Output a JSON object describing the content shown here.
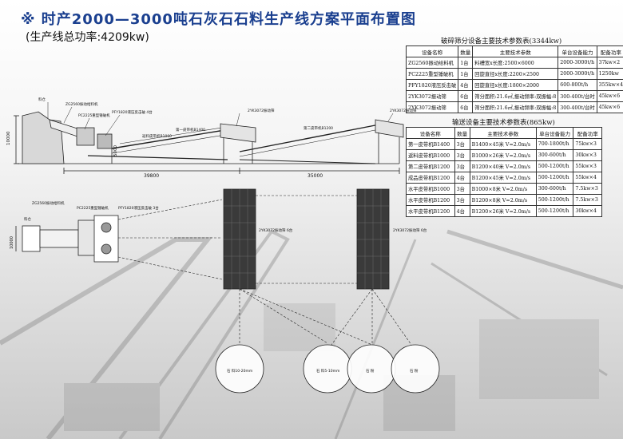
{
  "header": {
    "title": "※ 时产2000—3000吨石灰石石料生产线方案平面布置图",
    "subtitle": "(生产线总功率:4209kw)"
  },
  "crush_table": {
    "caption": "破碎筛分设备主要技术参数表(3344kw)",
    "headers": [
      "设备名称",
      "数量",
      "主要技术参数",
      "单台设备能力",
      "配备功率"
    ],
    "rows": [
      [
        "ZG2560振动给料机",
        "1台",
        "料槽宽x长度:2500×6000",
        "2000-3000t/h",
        "37kw×2"
      ],
      [
        "PC2225重型锤破机",
        "1台",
        "回旋直径x长度:2200×2500",
        "2000-3000t/h",
        "1250kw"
      ],
      [
        "PFY1820液压反击破",
        "4台",
        "回旋直径x长度:1800×2000",
        "600-800t/h",
        "355kw×4"
      ],
      [
        "2YK3072振动筛",
        "6台",
        "筛分面积:21.6㎡,振动频率:双振幅:8",
        "300-400t/台时",
        "45kw×6"
      ],
      [
        "2YK3072振动筛",
        "6台",
        "筛分面积:21.6㎡,振动频率:双振幅:8",
        "300-400t/台时",
        "45kw×6"
      ]
    ]
  },
  "convey_table": {
    "caption": "输送设备主要技术参数表(865kw)",
    "headers": [
      "设备名称",
      "数量",
      "主要技术参数",
      "单台设备能力",
      "配备功率"
    ],
    "rows": [
      [
        "第一皮带机B1400",
        "3台",
        "B1400×45米 V=2.0m/s",
        "700-1800t/h",
        "75kw×3"
      ],
      [
        "返料皮带机B1000",
        "3台",
        "B1000×26米 V=2.0m/s",
        "300-600t/h",
        "30kw×3"
      ],
      [
        "第二皮带机B1200",
        "3台",
        "B1200×40米 V=2.0m/s",
        "500-1200t/h",
        "55kw×3"
      ],
      [
        "成品皮带机B1200",
        "4台",
        "B1200×45米 V=2.0m/s",
        "500-1200t/h",
        "55kw×4"
      ],
      [
        "水平皮带机B1000",
        "3台",
        "B1000×8米 V=2.0m/s",
        "300-600t/h",
        "7.5kw×3"
      ],
      [
        "水平皮带机B1200",
        "3台",
        "B1200×8米 V=2.0m/s",
        "500-1200t/h",
        "7.5kw×3"
      ],
      [
        "水平皮带机B1200",
        "4台",
        "B1200×26米 V=2.0m/s",
        "500-1200t/h",
        "30kw×4"
      ]
    ]
  },
  "elevation": {
    "feed_label": "料仓",
    "feeder_label": "ZG2560振动给料机",
    "crusher_label": "PC2225重型锤破机",
    "impact_label": "PFY1820液压反击破 4台",
    "belt_return_label": "返料皮带机B1000",
    "belt1_label": "第一皮带机B1400",
    "screen1_label": "2YK3072振动筛",
    "belt2_label": "第二皮带机B1200",
    "screen2_label": "2YK3072振动筛",
    "height_dim": "10000",
    "height2_dim": "5000",
    "dim1": "39800",
    "dim2": "35000"
  },
  "plan": {
    "feed_label": "料仓",
    "feeder_label": "ZG2560振动给料机",
    "crusher_label": "PC2225重型锤破机",
    "impact_label": "PFY1820液压反击破 3台",
    "screen1_label": "2YK3072振动筛 6台",
    "screen2_label": "2YK3072振动筛 6台",
    "width_dim": "10000"
  },
  "products": [
    {
      "label": "石 料10-20mm"
    },
    {
      "label": "石 料5-10mm"
    },
    {
      "label": "石 粉"
    },
    {
      "label": "石 粉"
    }
  ]
}
